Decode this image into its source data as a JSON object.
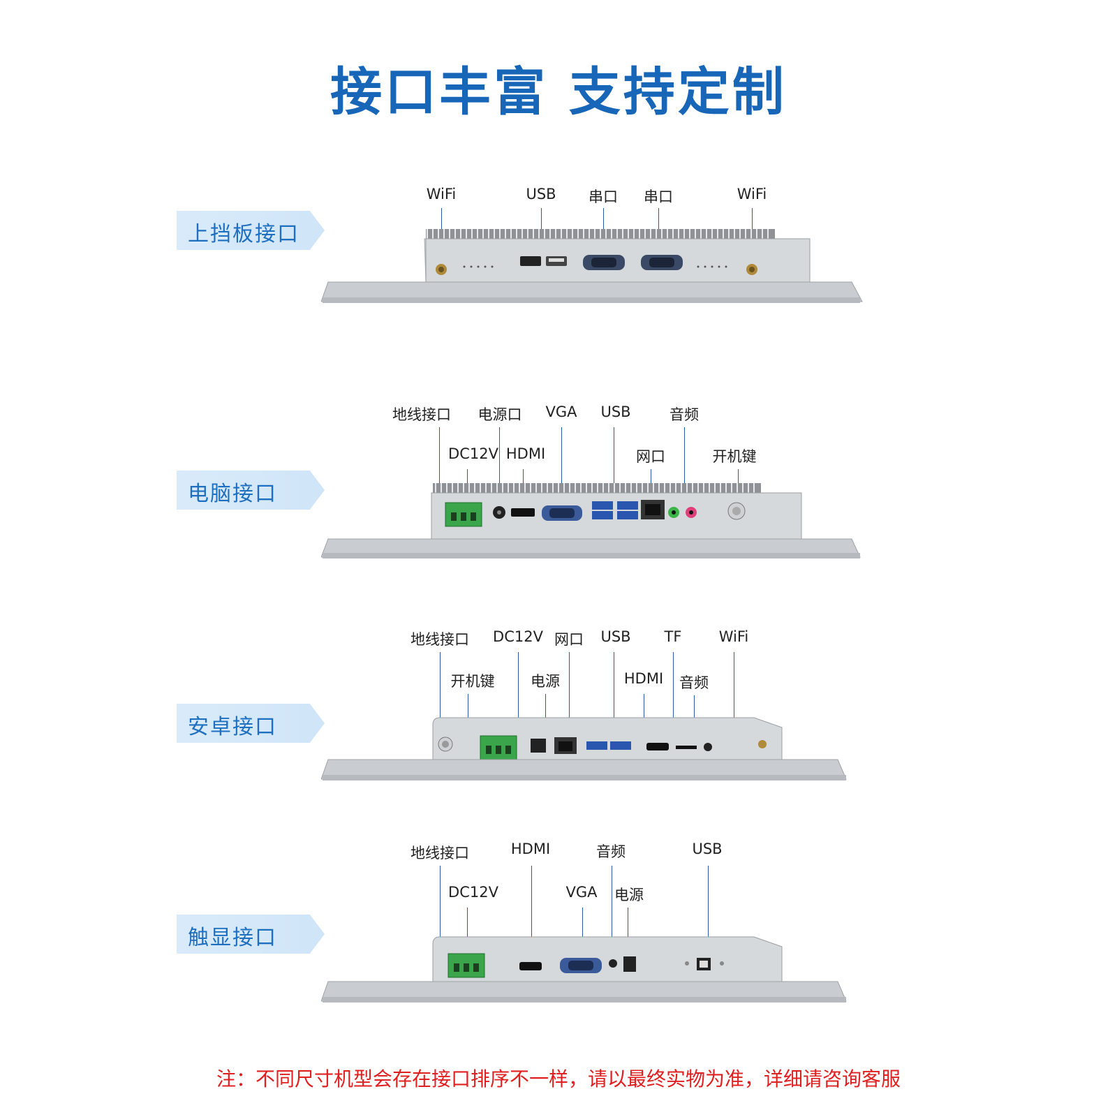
{
  "title": "接口丰富 支持定制",
  "sections": [
    {
      "tag": "上挡板接口",
      "labels": [
        "WiFi",
        "USB",
        "串口",
        "串口",
        "WiFi"
      ]
    },
    {
      "tag": "电脑接口",
      "labels": [
        "地线接口",
        "电源口",
        "VGA",
        "USB",
        "音频",
        "DC12V",
        "HDMI",
        "网口",
        "开机键"
      ]
    },
    {
      "tag": "安卓接口",
      "labels": [
        "地线接口",
        "DC12V",
        "网口",
        "USB",
        "TF",
        "WiFi",
        "开机键",
        "电源",
        "HDMI",
        "音频"
      ]
    },
    {
      "tag": "触显接口",
      "labels": [
        "地线接口",
        "HDMI",
        "音频",
        "USB",
        "DC12V",
        "VGA",
        "电源"
      ]
    }
  ],
  "note": "注：不同尺寸机型会存在接口排序不一样，请以最终实物为准，详细请咨询客服",
  "colors": {
    "title": "#1766b8",
    "tag_bg": "#d9ebfa",
    "tag_text": "#1e6fc0",
    "leader_line": "#2a5da8",
    "note": "#e02020",
    "metal": "#c9ccd0"
  }
}
